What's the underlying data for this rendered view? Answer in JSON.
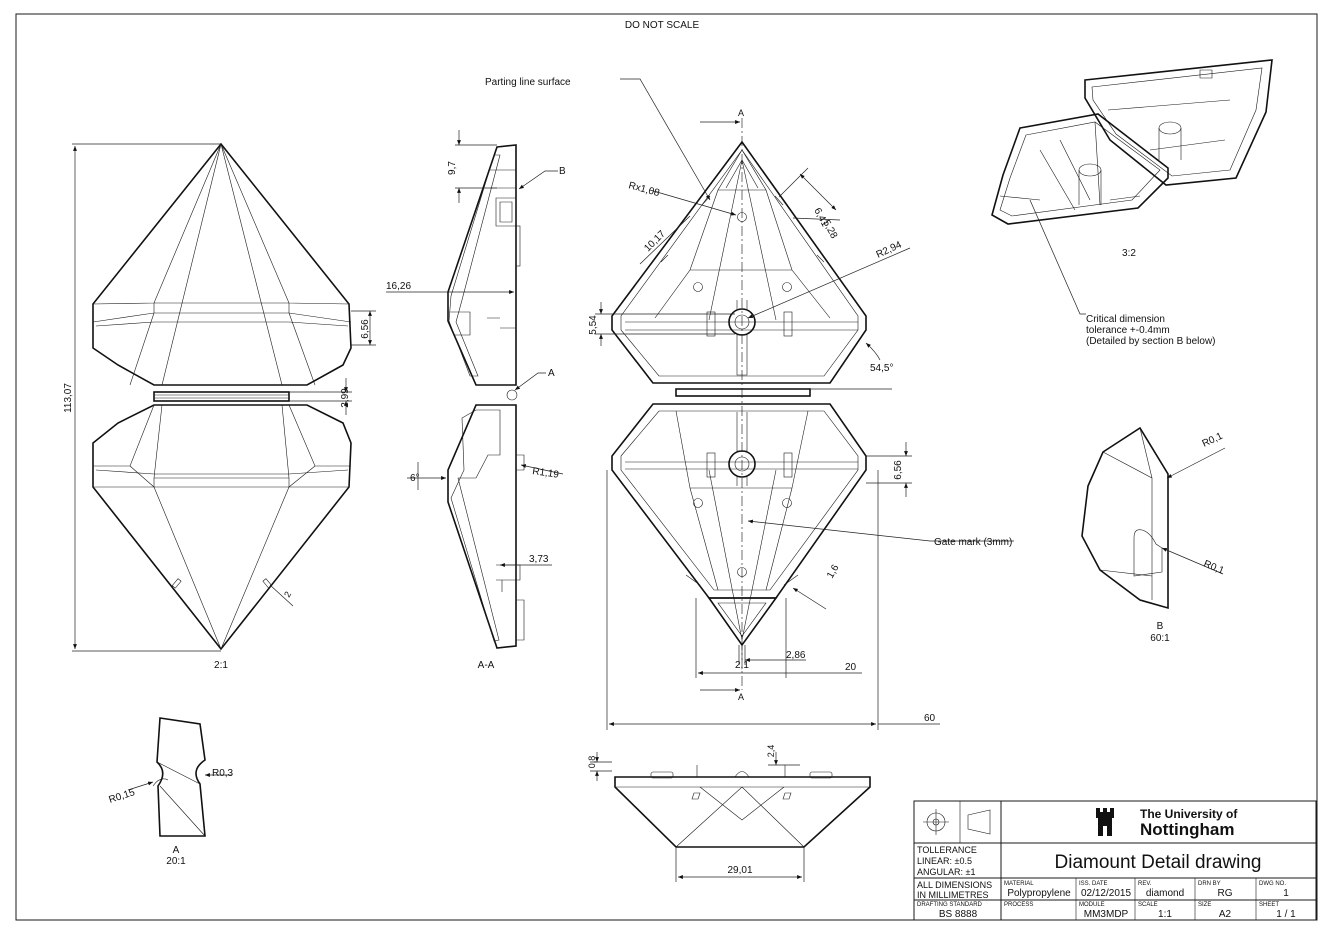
{
  "header": {
    "note": "DO NOT SCALE"
  },
  "views": {
    "front_scale": "2:1",
    "section_label": "A-A",
    "iso_scale": "3:2",
    "detail_b": {
      "letter": "B",
      "scale": "60:1"
    },
    "detail_a": {
      "letter": "A",
      "scale": "20:1"
    }
  },
  "callouts": {
    "parting_line": "Parting line surface",
    "gate_mark": "Gate mark (3mm)",
    "critical_1": "Critical dimension",
    "critical_2": "tolerance +-0.4mm",
    "critical_3": "(Detailed by section B below)",
    "section_arrow": "A",
    "detail_b_marker": "B",
    "detail_a_marker": "A"
  },
  "dimensions": {
    "overall_height": "113,07",
    "facet_h_top": "6,56",
    "hinge_gap": "2,99",
    "small_2": "2",
    "sec_97": "9,7",
    "sec_1626": "16,26",
    "sec_6deg": "6°",
    "sec_r119": "R1,19",
    "sec_373": "3,73",
    "rx108": "Rx1,08",
    "d1017": "10,17",
    "d641": "6,41",
    "d528": "5,28",
    "r294": "R2,94",
    "d554": "5,54",
    "angle545": "54,5°",
    "d656b": "6,56",
    "d16": "1,6",
    "d21": "2,1",
    "d286": "2,86",
    "d20": "20",
    "d60": "60",
    "d08": "0,8",
    "d24": "2,4",
    "d2901": "29,01",
    "r01a": "R0,1",
    "r01b": "R0,1",
    "r015": "R0,15",
    "r03": "R0,3"
  },
  "title_block": {
    "university_1": "The University of",
    "university_2": "Nottingham",
    "tolerance_1": "TOLLERANCE",
    "tolerance_2": "LINEAR: ±0.5",
    "tolerance_3": "ANGULAR: ±1",
    "title": "Diamount Detail drawing",
    "units_1": "ALL DIMENSIONS",
    "units_2": "IN MILLIMETRES",
    "material_label": "MATERIAL",
    "material": "Polypropylene",
    "issue_date_label": "ISS. DATE",
    "issue_date": "02/12/2015",
    "rev_label": "REV.",
    "rev": "diamond",
    "drawn_by_label": "DRN BY",
    "drawn_by": "RG",
    "dwg_no_label": "DWG NO.",
    "dwg_no": "1",
    "standard_label": "DRAFTING STANDARD",
    "standard": "BS 8888",
    "process_label": "PROCESS",
    "module_label": "MODULE",
    "module": "MM3MDP",
    "scale_label": "SCALE",
    "scale": "1:1",
    "size_label": "SIZE",
    "size": "A2",
    "sheet_label": "SHEET",
    "sheet": "1 / 1"
  }
}
